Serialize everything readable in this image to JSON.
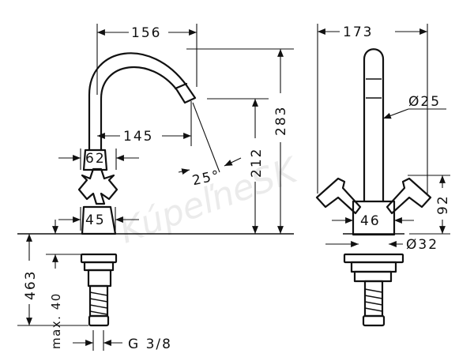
{
  "watermark": "KúpeľneSK",
  "side_view": {
    "spout_reach": "156",
    "outlet_reach": "145",
    "body_width": "62",
    "handle_base": "45",
    "total_height": "283",
    "outlet_height": "212",
    "swivel_angle": "25°",
    "below_deck_length": "463",
    "max_deck_thickness": "max. 40",
    "connection": "G 3/8"
  },
  "front_view": {
    "width": "173",
    "spout_diameter": "Ø25",
    "handle_height": "92",
    "body_width": "46",
    "base_diameter": "Ø32"
  }
}
